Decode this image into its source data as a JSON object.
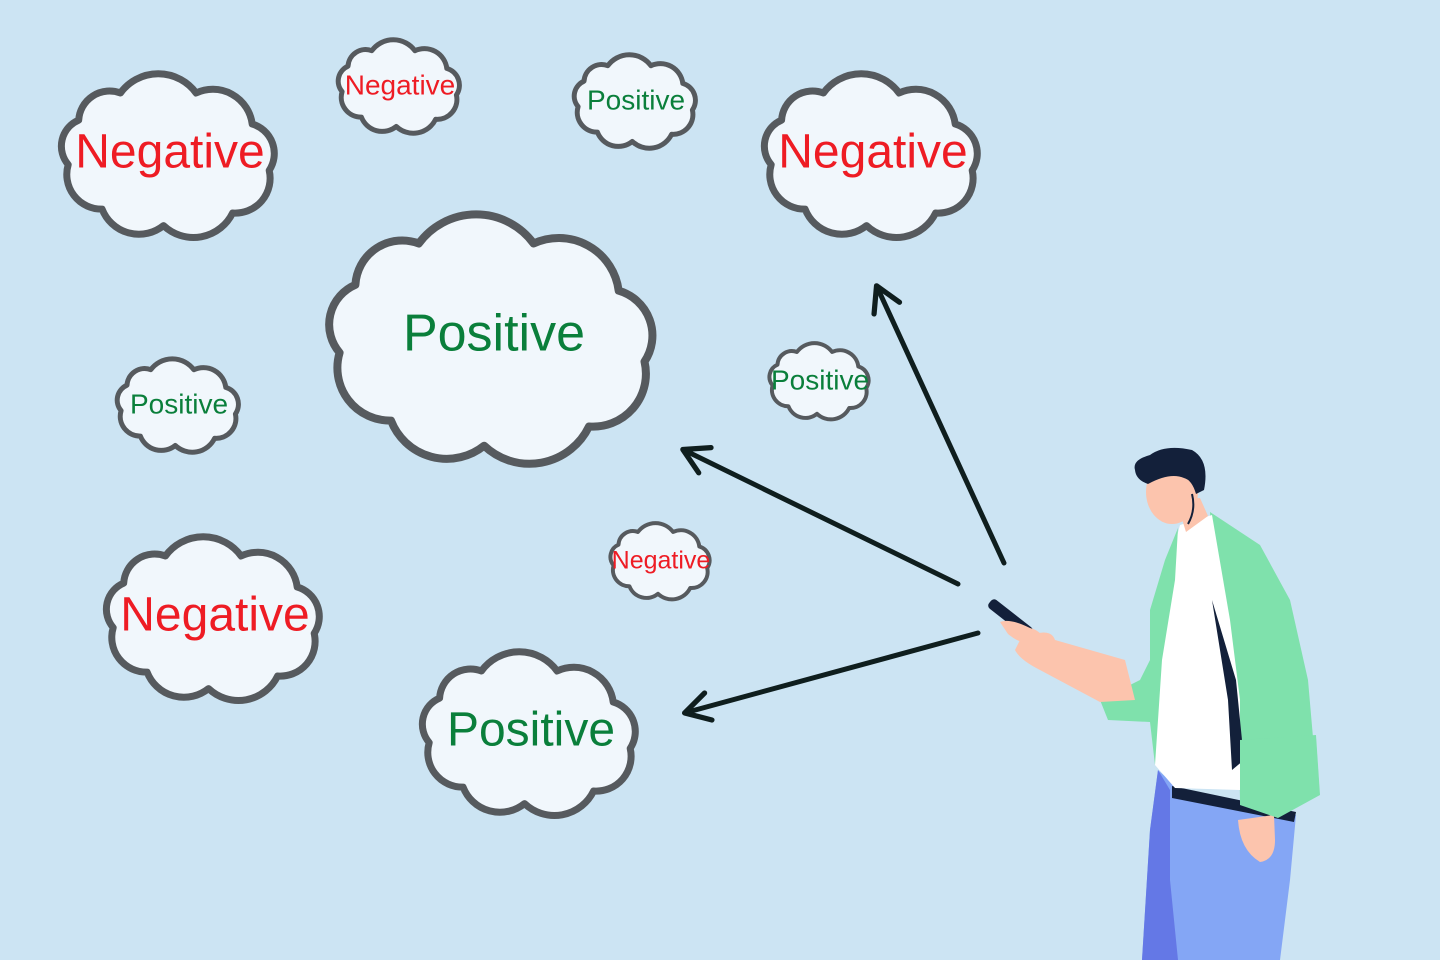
{
  "colors": {
    "background": "#cce4f3",
    "cloud_fill": "#f1f7fc",
    "cloud_stroke": "#565a5e",
    "negative": "#ee1c24",
    "positive": "#0a7f3b",
    "arrow": "#0f1e1e",
    "jacket": "#7fe1ac",
    "shirt": "#ffffff",
    "pants": "#84a6f5",
    "pants_shadow": "#6478e6",
    "skin": "#fcc4ad",
    "hair": "#13203a",
    "phone": "#13203a"
  },
  "clouds": [
    {
      "label": "Negative",
      "sentiment": "negative"
    },
    {
      "label": "Negative",
      "sentiment": "negative"
    },
    {
      "label": "Positive",
      "sentiment": "positive"
    },
    {
      "label": "Negative",
      "sentiment": "negative"
    },
    {
      "label": "Positive",
      "sentiment": "positive"
    },
    {
      "label": "Positive",
      "sentiment": "positive"
    },
    {
      "label": "Positive",
      "sentiment": "positive"
    },
    {
      "label": "Negative",
      "sentiment": "negative"
    },
    {
      "label": "Negative",
      "sentiment": "negative"
    },
    {
      "label": "Positive",
      "sentiment": "positive"
    }
  ],
  "arrows": [
    {
      "target": "top-right-negative-cloud"
    },
    {
      "target": "center-positive-cloud"
    },
    {
      "target": "bottom-positive-cloud"
    }
  ],
  "person": {
    "icon": "person-with-phone-icon",
    "holding": "phone-icon"
  }
}
